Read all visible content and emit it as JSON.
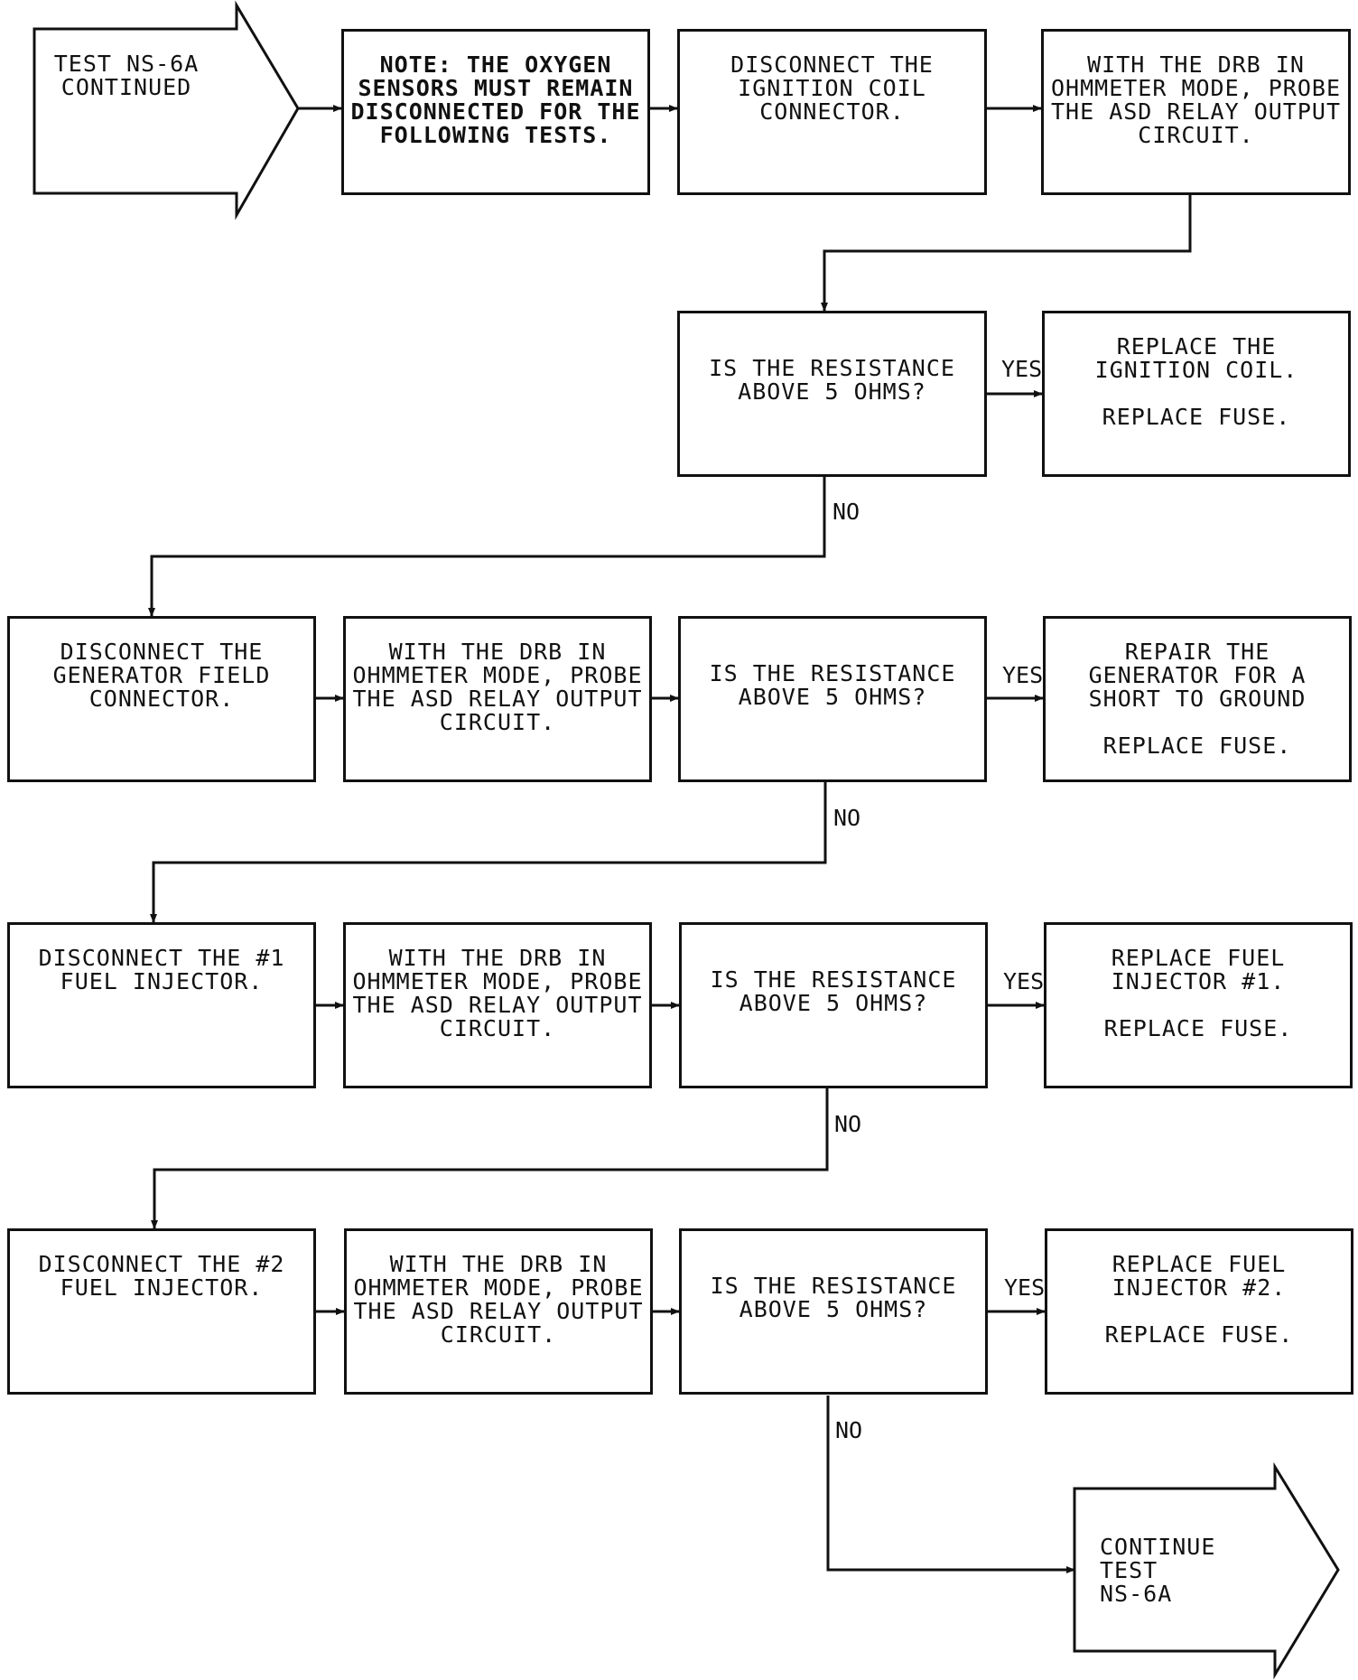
{
  "start": {
    "text": "TEST NS-6A\nCONTINUED"
  },
  "row1": {
    "note": "NOTE: THE OXYGEN\nSENSORS MUST REMAIN\nDISCONNECTED FOR THE\nFOLLOWING TESTS.",
    "step1": "DISCONNECT THE\nIGNITION COIL\nCONNECTOR.",
    "step2": "WITH THE DRB IN\nOHMMETER MODE, PROBE\nTHE ASD RELAY OUTPUT\nCIRCUIT."
  },
  "decision1": {
    "question": "IS THE RESISTANCE\nABOVE 5 OHMS?",
    "yes_action": "REPLACE THE\nIGNITION COIL.",
    "yes_action2": "REPLACE FUSE."
  },
  "row3": {
    "step1": "DISCONNECT THE\nGENERATOR FIELD\nCONNECTOR.",
    "step2": "WITH THE DRB IN\nOHMMETER MODE, PROBE\nTHE ASD RELAY OUTPUT\nCIRCUIT.",
    "question": "IS THE RESISTANCE\nABOVE 5 OHMS?",
    "yes_action": "REPAIR THE\nGENERATOR FOR A\nSHORT TO GROUND",
    "yes_action2": "REPLACE FUSE."
  },
  "row4": {
    "step1": "DISCONNECT THE #1\nFUEL INJECTOR.",
    "step2": "WITH THE DRB IN\nOHMMETER MODE, PROBE\nTHE ASD RELAY OUTPUT\nCIRCUIT.",
    "question": "IS THE RESISTANCE\nABOVE 5 OHMS?",
    "yes_action": "REPLACE FUEL\nINJECTOR #1.",
    "yes_action2": "REPLACE FUSE."
  },
  "row5": {
    "step1": "DISCONNECT THE #2\nFUEL INJECTOR.",
    "step2": "WITH THE DRB IN\nOHMMETER MODE, PROBE\nTHE ASD RELAY OUTPUT\nCIRCUIT.",
    "question": "IS THE RESISTANCE\nABOVE 5 OHMS?",
    "yes_action": "REPLACE FUEL\nINJECTOR #2.",
    "yes_action2": "REPLACE FUSE."
  },
  "labels": {
    "yes": "YES",
    "no": "NO"
  },
  "end": {
    "text": "CONTINUE TEST\nNS-6A"
  }
}
